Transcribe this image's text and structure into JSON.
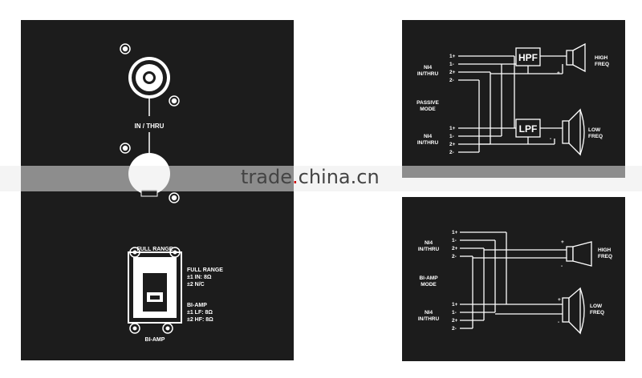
{
  "left_panel": {
    "in_thru_label": "IN / THRU",
    "switch": {
      "top_label": "FULL RANGE",
      "bottom_label": "BI-AMP",
      "full_range_title": "FULL RANGE",
      "full_range_line1": "±1 IN: 8Ω",
      "full_range_line2": "±2 N/C",
      "bi_amp_title": "BI-AMP",
      "bi_amp_line1": "±1 LF: 8Ω",
      "bi_amp_line2": "±2 HF: 8Ω"
    }
  },
  "passive_diagram": {
    "input_top": [
      "NI4",
      "IN/THRU"
    ],
    "mode": [
      "PASSIVE",
      "MODE"
    ],
    "input_bottom": [
      "NI4",
      "IN/THRU"
    ],
    "pins": [
      "1+",
      "1-",
      "2+",
      "2-"
    ],
    "hpf_label": "HPF",
    "lpf_label": "LPF",
    "high_out": [
      "HIGH",
      "FREQ"
    ],
    "low_out": [
      "LOW",
      "FREQ"
    ],
    "plus": "+",
    "minus": "-"
  },
  "biamp_diagram": {
    "input_top": [
      "NI4",
      "IN/THRU"
    ],
    "mode": [
      "BI-AMP",
      "MODE"
    ],
    "input_bottom": [
      "NI4",
      "IN/THRU"
    ],
    "pins": [
      "1+",
      "1-",
      "2+",
      "2-"
    ],
    "high_out": [
      "HIGH",
      "FREQ"
    ],
    "low_out": [
      "LOW",
      "FREQ"
    ],
    "plus": "+",
    "minus": "-"
  },
  "watermark": {
    "part1": "trade",
    "dot": ".",
    "part2": "china.cn"
  },
  "colors": {
    "panel": "#1c1c1c",
    "line": "#ffffff",
    "watermark_text": "#444444",
    "watermark_dot": "#cc0000"
  }
}
